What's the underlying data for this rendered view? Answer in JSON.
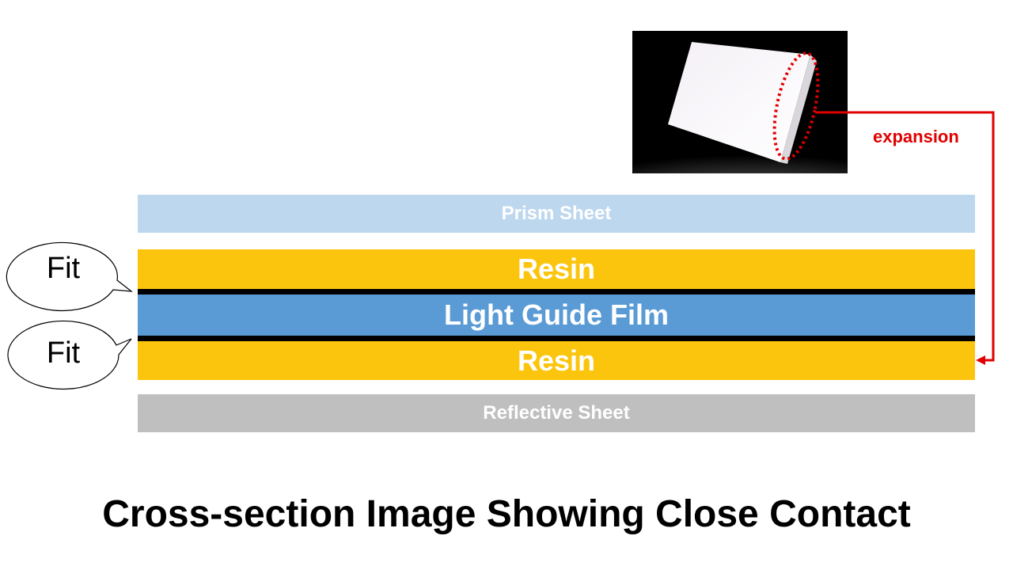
{
  "layers": {
    "prism": "Prism Sheet",
    "resin_top": "Resin",
    "light_guide": "Light Guide Film",
    "resin_bottom": "Resin",
    "reflective": "Reflective Sheet"
  },
  "callouts": {
    "top": "Fit",
    "bottom": "Fit"
  },
  "annotation": {
    "label": "expansion"
  },
  "title": "Cross-section Image Showing Close Contact",
  "colors": {
    "prism": "#bdd7ee",
    "resin": "#fcc50d",
    "light_guide": "#5b9bd5",
    "reflective": "#bfbfbf",
    "annotation": "#e00000"
  },
  "icons": {
    "photo": "illuminated-panel-photo"
  }
}
